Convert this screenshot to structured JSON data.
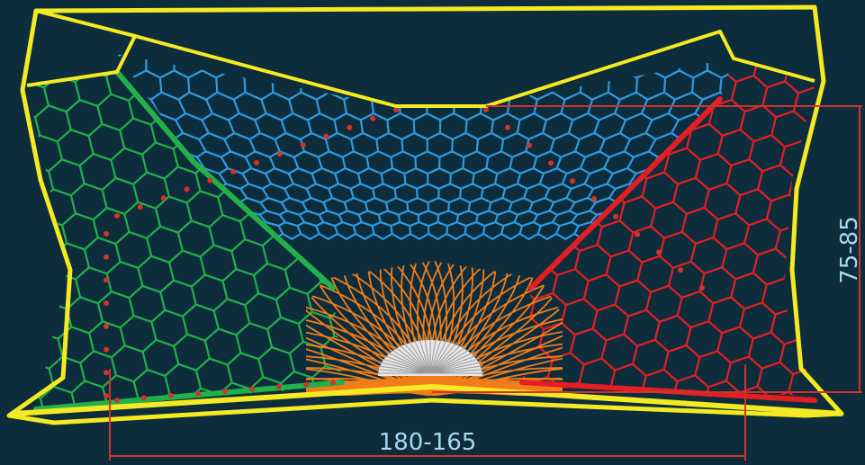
{
  "dimensions": {
    "horizontal_label": "180-165",
    "vertical_label": "75-85"
  },
  "regions": [
    {
      "name": "top",
      "color": "#2f9ae0"
    },
    {
      "name": "left",
      "color": "#22b04a"
    },
    {
      "name": "right",
      "color": "#e41f23"
    },
    {
      "name": "center",
      "color": "#f07d1a"
    },
    {
      "name": "core",
      "color": "#d4d4d4"
    }
  ],
  "colors": {
    "background": "#0d2d3d",
    "frame": "#f4ea23",
    "dimension_line": "#d1332c",
    "dimension_text": "#a6d8ee"
  }
}
